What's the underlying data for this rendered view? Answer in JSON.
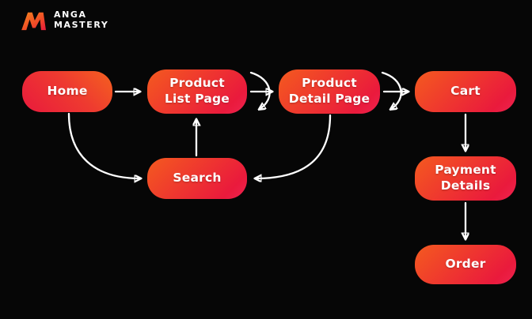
{
  "app": {
    "background_color": "#060606",
    "arrow_color": "#FFFFFF"
  },
  "logo": {
    "mark_icon": "angular-m-logo",
    "brand_line1": "ANGA",
    "brand_line2": "MASTERY",
    "mark_gradient_top": "#F6821F",
    "mark_gradient_bottom": "#E8173C"
  },
  "diagram": {
    "node_gradient_start": "#F45A1F",
    "node_gradient_end": "#EA1A3C",
    "node_text_color": "#FFFFFF",
    "nodes": [
      {
        "id": "home",
        "label": "Home"
      },
      {
        "id": "product-list",
        "label": "Product List Page"
      },
      {
        "id": "product-detail",
        "label": "Product Detail Page"
      },
      {
        "id": "cart",
        "label": "Cart"
      },
      {
        "id": "search",
        "label": "Search"
      },
      {
        "id": "payment",
        "label": "Payment Details"
      },
      {
        "id": "order",
        "label": "Order"
      }
    ],
    "edges": [
      {
        "from": "Home",
        "to": "Product List Page",
        "style": "straight-right"
      },
      {
        "from": "Product List Page",
        "to": "Product Detail Page",
        "style": "straight-right"
      },
      {
        "from": "Product Detail Page",
        "to": "Product List Page",
        "style": "curved-back"
      },
      {
        "from": "Product Detail Page",
        "to": "Cart",
        "style": "straight-right"
      },
      {
        "from": "Cart",
        "to": "Product Detail Page",
        "style": "curved-back"
      },
      {
        "from": "Home",
        "to": "Search",
        "style": "curved-down-right"
      },
      {
        "from": "Search",
        "to": "Product List Page",
        "style": "straight-up"
      },
      {
        "from": "Product Detail Page",
        "to": "Search",
        "style": "curved-down-left"
      },
      {
        "from": "Cart",
        "to": "Payment Details",
        "style": "straight-down"
      },
      {
        "from": "Payment Details",
        "to": "Order",
        "style": "straight-down"
      }
    ]
  }
}
